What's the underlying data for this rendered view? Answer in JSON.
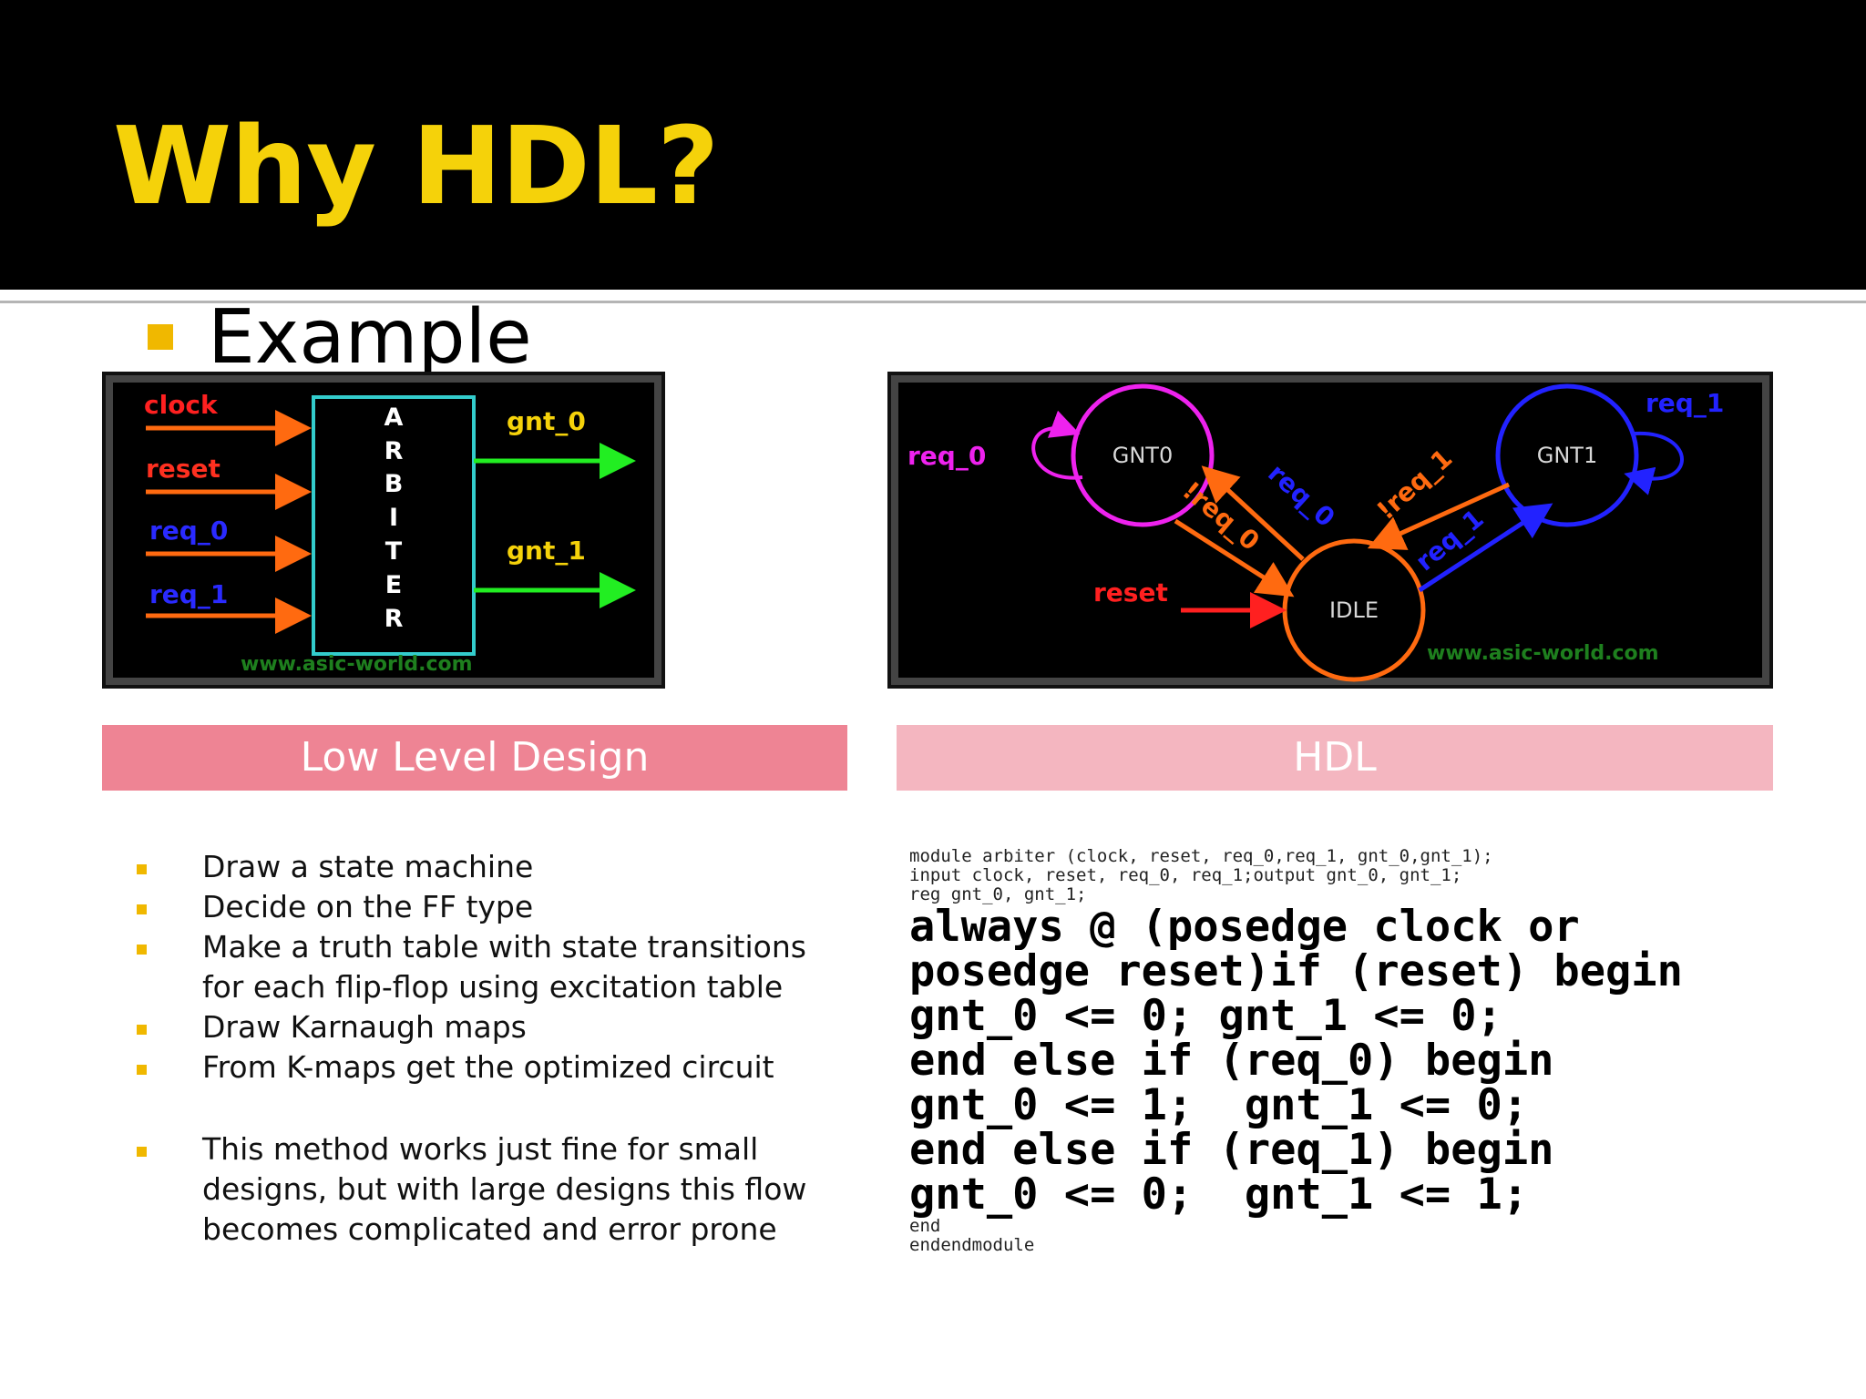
{
  "title": "Why HDL?",
  "example_label": "Example",
  "arbiter_diagram": {
    "block_letters": [
      "A",
      "R",
      "B",
      "I",
      "T",
      "E",
      "R"
    ],
    "inputs": [
      "clock",
      "reset",
      "req_0",
      "req_1"
    ],
    "outputs": [
      "gnt_0",
      "gnt_1"
    ],
    "watermark": "www.asic-world.com"
  },
  "fsm_diagram": {
    "states": {
      "gnt0": "GNT0",
      "gnt1": "GNT1",
      "idle": "IDLE"
    },
    "labels": {
      "req0": "req_0",
      "req1": "req_1",
      "reset": "reset",
      "not_req0": "!req_0",
      "req0_edge": "req_0",
      "not_req1": "!req_1",
      "req1_edge": "req_1"
    },
    "watermark": "www.asic-world.com"
  },
  "columns": {
    "left_header": "Low Level Design",
    "right_header": "HDL"
  },
  "low_level_steps": [
    "Draw a state machine",
    "Decide on the FF type",
    "Make a truth table with state transitions for each flip-flop using excitation table",
    "Draw Karnaugh maps",
    "From K-maps get the optimized circuit",
    "This method works just fine for small designs, but with large designs this flow becomes complicated and error prone"
  ],
  "hdl_code": {
    "small_top": [
      "module arbiter (clock, reset, req_0,req_1, gnt_0,gnt_1);",
      "input clock, reset, req_0, req_1;output gnt_0, gnt_1;",
      "reg gnt_0, gnt_1;"
    ],
    "big": [
      "always @ (posedge clock or",
      "posedge reset)if (reset) begin",
      "gnt_0 <= 0; gnt_1 <= 0;",
      "end else if (req_0) begin",
      "gnt_0 <= 1;  gnt_1 <= 0;",
      "end else if (req_1) begin",
      "gnt_0 <= 0;  gnt_1 <= 1;"
    ],
    "small_bottom": [
      "end",
      "endendmodule"
    ]
  },
  "colors": {
    "title": "#f5d20a",
    "bullet": "#f0b800",
    "left_header_bg": "#ee8494",
    "right_header_bg": "#f4b6c0",
    "arrow_orange": "#ff6a10",
    "arrow_green": "#22ee22",
    "box_cyan": "#33cccc",
    "magenta": "#ee22ee",
    "blue": "#2222ff"
  }
}
